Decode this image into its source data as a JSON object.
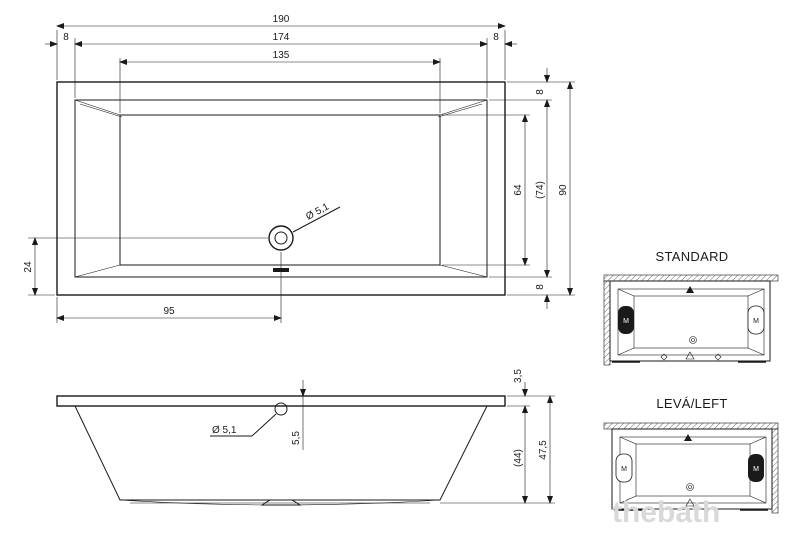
{
  "top_view": {
    "dims": {
      "overall_length": "190",
      "edge_left": "8",
      "inner_length": "174",
      "edge_right": "8",
      "bottom_length": "135",
      "edge_top": "8",
      "bottom_width": "64",
      "inner_width": "(74)",
      "overall_width": "90",
      "edge_bottom": "8",
      "drain_offset_y": "24",
      "drain_offset_x": "95",
      "drain_diameter": "Ø 5,1"
    }
  },
  "side_view": {
    "dims": {
      "rim_thickness": "3,5",
      "overflow_height": "5,5",
      "inner_depth": "(44)",
      "total_height": "47,5",
      "overflow_diameter": "Ø 5,1"
    }
  },
  "variants": {
    "standard": {
      "title": "STANDARD",
      "motor_glyph": "M"
    },
    "left": {
      "title": "LEVÁ/LEFT",
      "motor_glyph": "M"
    }
  },
  "watermark": "thebath"
}
